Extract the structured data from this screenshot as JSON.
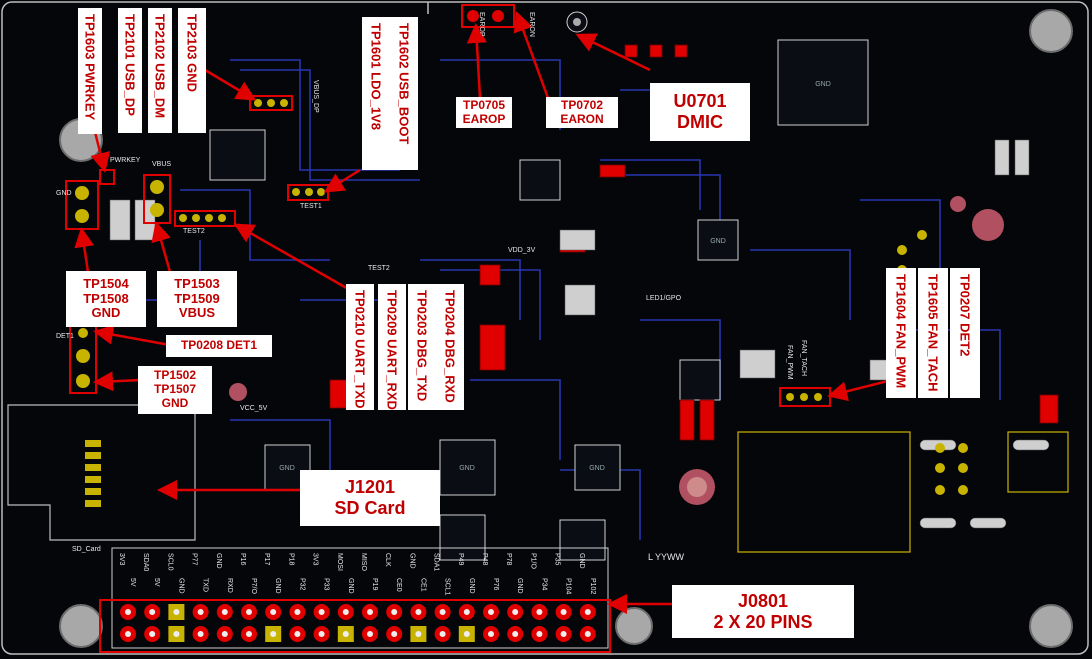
{
  "board": {
    "colors": {
      "background": "#05060a",
      "trace": "#2a3cc0",
      "copper": "#3a55ff",
      "pad": "#9a9a9a",
      "highlight": "#e00000",
      "silk": "#e8e8e8",
      "gold": "#c8b400"
    }
  },
  "labels": {
    "tp1603": "TP1603 PWRKEY",
    "tp2101": "TP2101 USB_DP",
    "tp2102": "TP2102 USB_DM",
    "tp2103": "TP2103 GND",
    "tp1601": "TP1601 LDO_1V8",
    "tp1602": "TP1602 USB_BOOT",
    "tp0705": "TP0705\nEAROP",
    "tp0702": "TP0702\nEARON",
    "u0701": "U0701\nDMIC",
    "tp1504": "TP1504\nTP1508\nGND",
    "tp1503": "TP1503\nTP1509\nVBUS",
    "tp0210": "TP0210 UART_TXD",
    "tp0209": "TP0209 UART_RXD",
    "tp0203": "TP0203 DBG_TXD",
    "tp0204": "TP0204 DBG_RXD",
    "tp1604": "TP1604 FAN_PWM",
    "tp1605": "TP1605 FAN_TACH",
    "tp0207": "TP0207 DET2",
    "tp0208": "TP0208 DET1",
    "tp1502": "TP1502\nTP1507\nGND",
    "j1201": "J1201\nSD Card",
    "j0801": "J0801\n2 X 20 PINS"
  },
  "silk": {
    "pwrkey": "PWRKEY",
    "vbus": "VBUS",
    "gnd": "GND",
    "det1": "DET1",
    "test1": "TEST1",
    "test2": "TEST2",
    "test2b": "TEST2",
    "vdd3v": "VDD_3V",
    "vcc5v": "VCC_5V",
    "sdcard": "SD_Card",
    "lyyww": "L YYWW",
    "led": "LED1/GPO",
    "fanpwm": "FAN_PWM",
    "fantach": "FAN_TACH",
    "earop": "EAROP",
    "earon": "EARON",
    "vbus_dp": "VBUS_DP",
    "header_top": [
      "3V3",
      "SDA0",
      "SCL0",
      "P77",
      "GND",
      "P16",
      "P17",
      "P18",
      "3V3",
      "MOSI",
      "MISO",
      "CLK",
      "GND",
      "SDA1",
      "P49",
      "P48",
      "P78",
      "P1/O",
      "P35",
      "GND"
    ],
    "header_bot": [
      "5V",
      "5V",
      "GND",
      "TXD",
      "RXD",
      "P7/O",
      "GND",
      "P32",
      "P33",
      "GND",
      "P19",
      "CE0",
      "CE1",
      "SCL1",
      "GND",
      "P76",
      "GND",
      "P34",
      "P104",
      "P102"
    ]
  }
}
